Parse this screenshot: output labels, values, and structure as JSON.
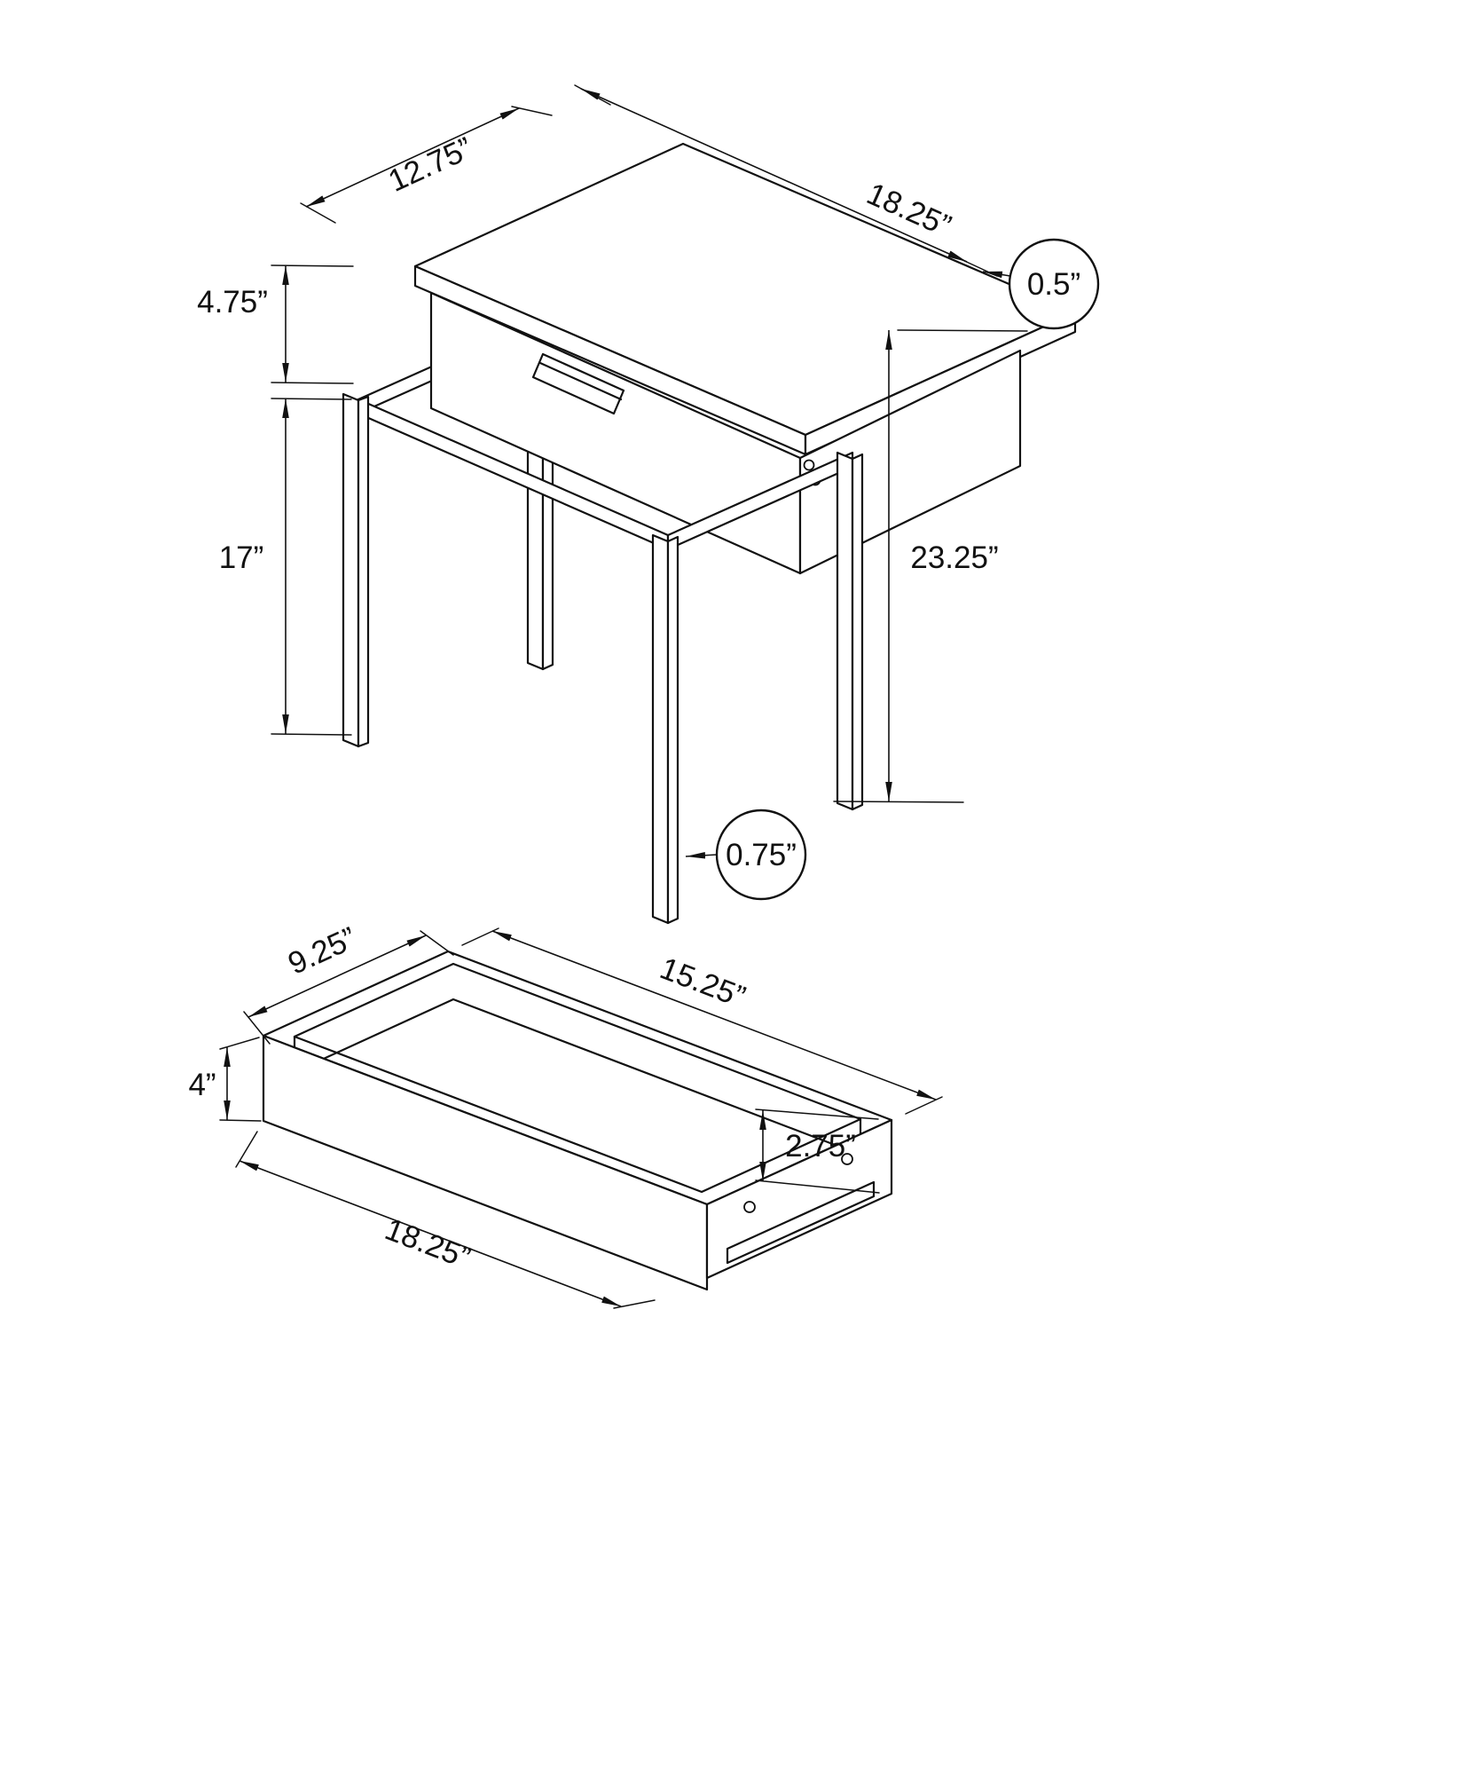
{
  "colors": {
    "ink": "#111111",
    "paper": "#ffffff"
  },
  "table_view": {
    "top_depth": "12.75”",
    "top_width": "18.25”",
    "drawer_front_height": "4.75”",
    "leg_height": "17”",
    "overall_height": "23.25”",
    "top_thickness": "0.5”",
    "leg_thickness": "0.75”"
  },
  "drawer_view": {
    "interior_depth": "9.25”",
    "interior_width": "15.25”",
    "front_height": "4”",
    "interior_height": "2.75”",
    "overall_width": "18.25”"
  }
}
